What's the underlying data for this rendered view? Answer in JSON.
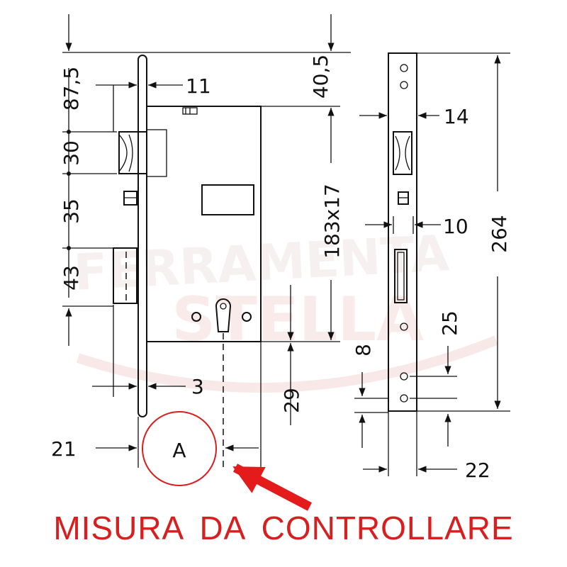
{
  "watermark": {
    "line1": "FERRAMENTA",
    "line2": "STELLA"
  },
  "dimensions": {
    "d87_5": "87,5",
    "d11": "11",
    "d40_5": "40,5",
    "d30": "30",
    "d35": "35",
    "d43": "43",
    "d183x17": "183x17",
    "d3": "3",
    "d29": "29",
    "d21": "21",
    "dA": "A",
    "d14": "14",
    "d10": "10",
    "d264": "264",
    "d25": "25",
    "d8": "8",
    "d22": "22"
  },
  "caption": "MISURA  DA  CONTROLLARE",
  "colors": {
    "accent": "#d81e1e",
    "line": "#111111",
    "watermark": "#f3d6d6"
  }
}
